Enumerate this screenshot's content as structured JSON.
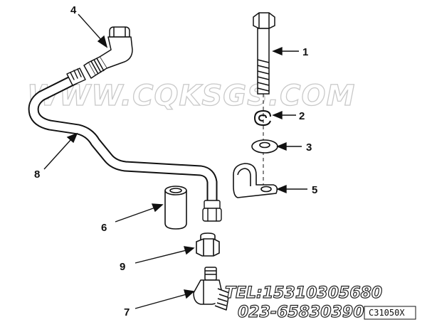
{
  "watermark": "WWW.CQKSGS.COM",
  "contact": {
    "tel": "TEL:15310305680",
    "phone2": "023-65830390"
  },
  "figure_id": "C31050X",
  "callouts": {
    "c1": "1",
    "c2": "2",
    "c3": "3",
    "c4": "4",
    "c5": "5",
    "c6": "6",
    "c7": "7",
    "c8": "8",
    "c9": "9"
  },
  "colors": {
    "line": "#111111",
    "watermark": "#c9c9c9",
    "background": "#ffffff"
  }
}
